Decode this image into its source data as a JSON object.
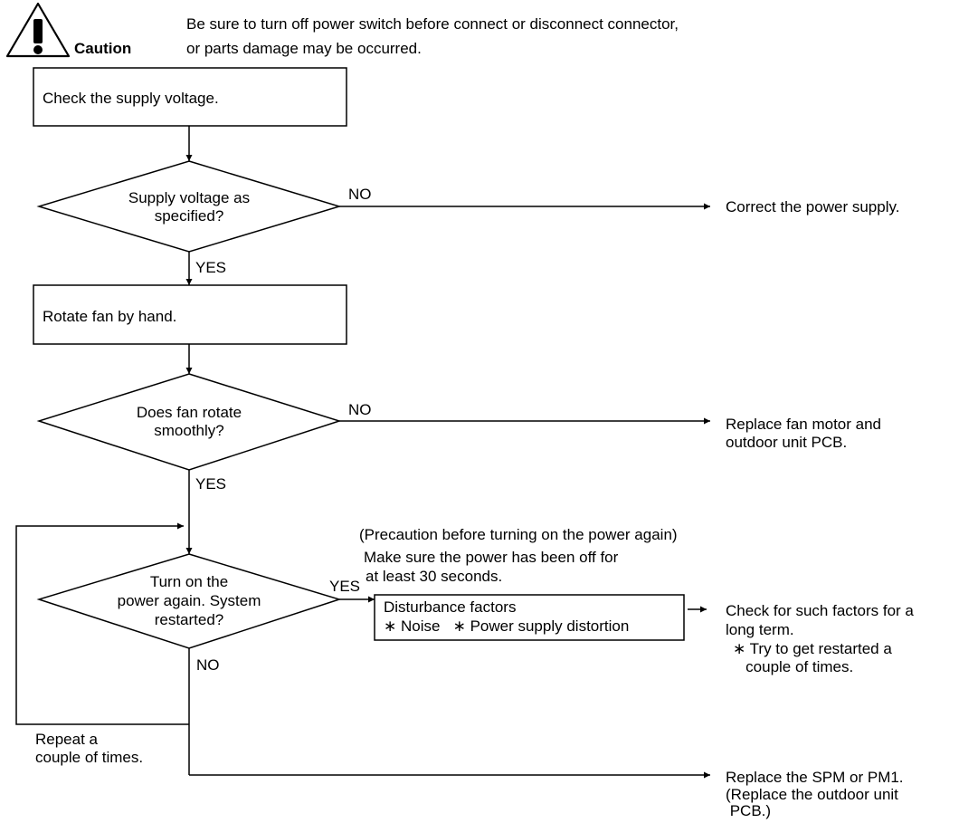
{
  "caution": {
    "icon": "warning-triangle-icon",
    "label": "Caution",
    "line1": "Be sure to turn off power switch before connect or disconnect connector,",
    "line2": "or parts damage may be occurred."
  },
  "steps": {
    "check_voltage": "Check the supply voltage.",
    "rotate_fan": "Rotate fan by hand."
  },
  "decisions": {
    "voltage_ok": {
      "line1": "Supply voltage as",
      "line2": "specified?"
    },
    "fan_smooth": {
      "line1": "Does fan rotate",
      "line2": "smoothly?"
    },
    "restarted": {
      "line1": "Turn on the",
      "line2": "power again. System",
      "line3": "restarted?"
    }
  },
  "branch_labels": {
    "no1": "NO",
    "yes1": "YES",
    "no2": "NO",
    "yes2": "YES",
    "yes3": "YES",
    "no3": "NO"
  },
  "outcomes": {
    "correct_power": "Correct the power supply.",
    "replace_fan": {
      "line1": "Replace fan motor and",
      "line2": "outdoor unit PCB."
    },
    "check_factors": {
      "line1": "Check for such factors for a",
      "line2": "long term.",
      "line3": "∗ Try to get restarted a",
      "line4": "   couple of times."
    },
    "replace_spm": {
      "line1": "Replace the SPM or PM1.",
      "line2": "(Replace the outdoor unit",
      "line3": " PCB.)"
    }
  },
  "precaution": {
    "line1": "(Precaution before turning on the power again)",
    "line2": "Make sure the power has been off for",
    "line3": "at least 30 seconds."
  },
  "disturbance": {
    "line1": "Disturbance factors",
    "line2": "∗ Noise   ∗ Power supply distortion"
  },
  "repeat_note": {
    "line1": "Repeat a",
    "line2": "couple of times."
  }
}
